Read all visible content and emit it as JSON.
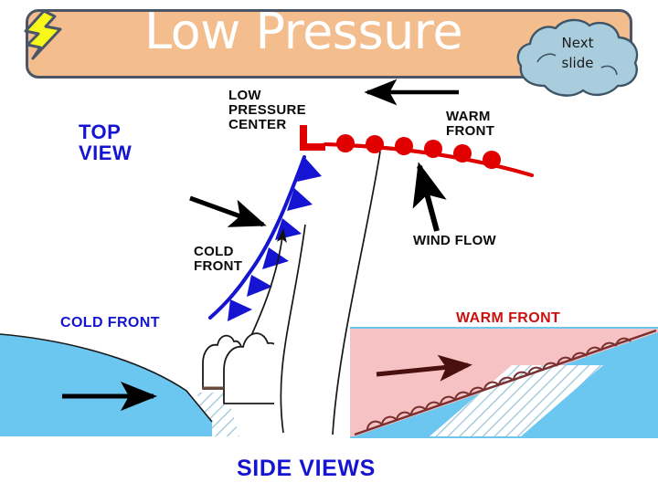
{
  "slide": {
    "title": "Low Pressure",
    "bolt_icon": "lightning-bolt-icon",
    "next_slide": {
      "line1": "Next",
      "line2": "slide"
    }
  },
  "labels": {
    "top_view": "TOP\nVIEW",
    "low_pressure_center": "LOW\nPRESSURE\nCENTER",
    "low_marker": "L",
    "warm_front_top": "WARM\nFRONT",
    "cold_front_top": "COLD\nFRONT",
    "wind_flow": "WIND FLOW",
    "cold_front_side": "COLD FRONT",
    "warm_front_side": "WARM FRONT",
    "side_views": "SIDE VIEWS"
  },
  "colors": {
    "header_fill": "#f3bd8e",
    "header_border": "#4a5568",
    "title_text": "#ffffff",
    "bolt_fill": "#f7f719",
    "bolt_stroke": "#4a5568",
    "cloud_fill": "#a9cddd",
    "cloud_stroke": "#3d5566",
    "cold_front_blue": "#1414d2",
    "warm_front_red": "#e00000",
    "label_blue": "#1414d2",
    "label_black": "#0a0a0a",
    "label_red": "#cc1111",
    "cold_air_mass": "#6cc7f0",
    "warm_air_mass": "#f7c2c3",
    "arrow_black": "#000000",
    "arrow_dark_red": "#4a1010",
    "rain_hatch": "#9dc6d8"
  },
  "diagram": {
    "type": "weather-front-diagram",
    "views": [
      {
        "name": "top-view",
        "elements": [
          "low-pressure-center-L-marker",
          "cold-front-line-with-blue-triangles",
          "warm-front-line-with-red-semicircles",
          "wind-flow-arrow-up",
          "wind-flow-arrow-left",
          "wind-flow-arrow-diagonal"
        ]
      },
      {
        "name": "side-view-cold-front",
        "elements": [
          "cold-air-mass-wedge",
          "cumulus-clouds",
          "rain-hatching",
          "motion-arrow-right"
        ]
      },
      {
        "name": "side-view-warm-front",
        "elements": [
          "warm-air-mass-slope",
          "cold-air-mass-wedge",
          "rain-hatching",
          "warm-front-scalloped-boundary",
          "motion-arrow-right"
        ]
      }
    ],
    "connectors": [
      "cold-front-callout-curve",
      "warm-front-callout-curve"
    ]
  }
}
